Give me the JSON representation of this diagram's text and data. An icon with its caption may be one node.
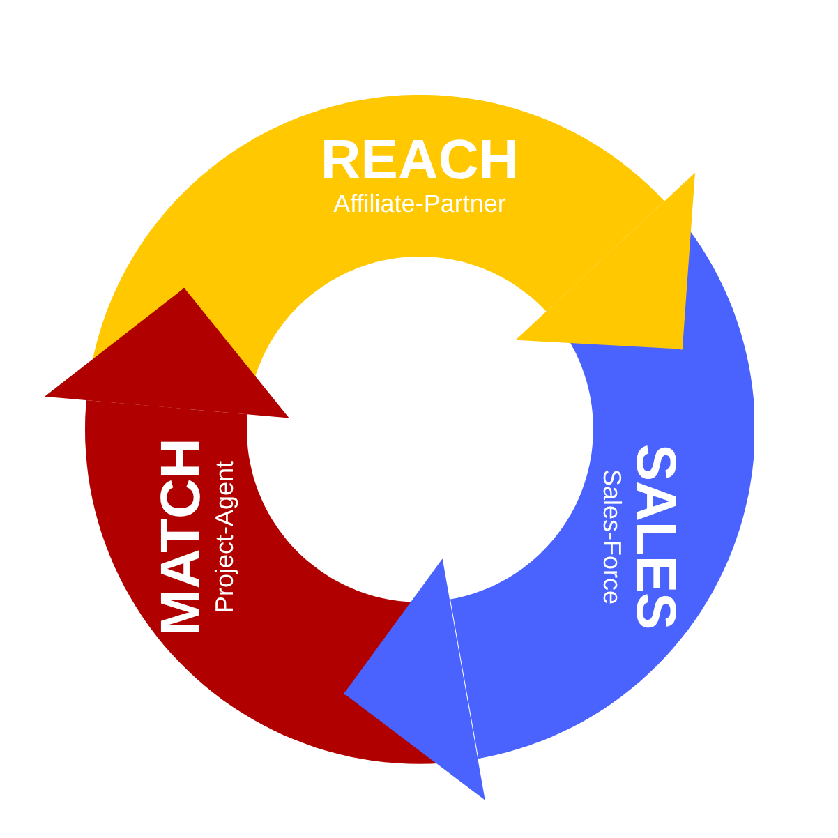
{
  "diagram": {
    "nodes": [
      {
        "text": [
          "REACH",
          "Affiliate-Partner"
        ]
      },
      {
        "text": [
          "SALES",
          "Sales-Force"
        ]
      },
      {
        "text": [
          "MATCH",
          "Project-Agent"
        ]
      }
    ],
    "edges": [
      {
        "from": 0,
        "to": 1,
        "arrow": "to",
        "color": "#ffc800"
      },
      {
        "from": 1,
        "to": 2,
        "arrow": "to",
        "color": "#4a63ff"
      },
      {
        "from": 2,
        "to": 0,
        "arrow": "to",
        "color": "#b00000"
      }
    ]
  }
}
